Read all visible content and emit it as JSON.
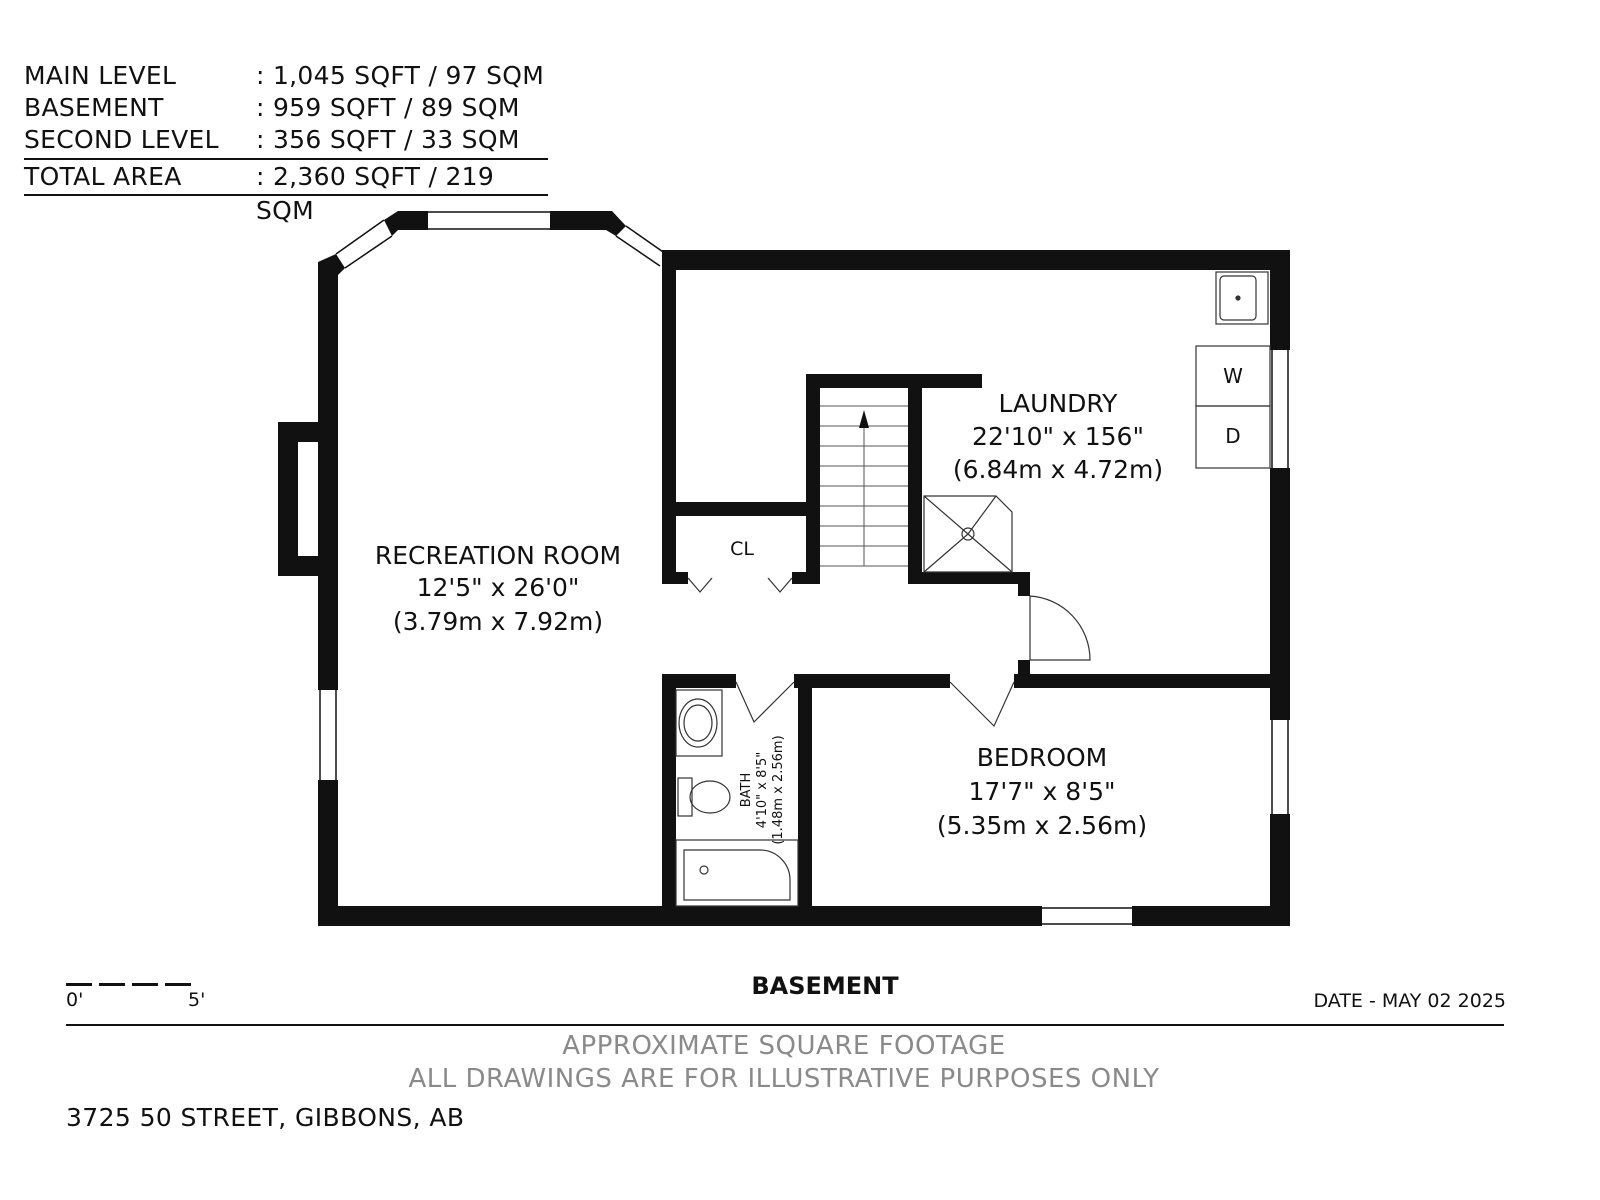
{
  "area_summary": {
    "rows": [
      {
        "label": "MAIN LEVEL",
        "value": ": 1,045 SQFT / 97 SQM"
      },
      {
        "label": "BASEMENT",
        "value": ": 959 SQFT / 89 SQM"
      },
      {
        "label": "SECOND LEVEL",
        "value": ": 356 SQFT / 33 SQM"
      }
    ],
    "total": {
      "label": "TOTAL AREA",
      "value": ": 2,360 SQFT / 219 SQM"
    }
  },
  "rooms": {
    "recreation": {
      "name": "RECREATION ROOM",
      "dim_imperial": "12'5\" x 26'0\"",
      "dim_metric": "(3.79m x 7.92m)"
    },
    "laundry": {
      "name": "LAUNDRY",
      "dim_imperial": "22'10\" x 156\"",
      "dim_metric": "(6.84m x 4.72m)"
    },
    "bedroom": {
      "name": "BEDROOM",
      "dim_imperial": "17'7\" x 8'5\"",
      "dim_metric": "(5.35m x 2.56m)"
    },
    "bath": {
      "name": "BATH",
      "dim_imperial": "4'10\" x 8'5\"",
      "dim_metric": "(1.48m x 2.56m)"
    },
    "closet": {
      "name": "CL"
    }
  },
  "appliances": {
    "washer": "W",
    "dryer": "D"
  },
  "scale_bar": {
    "start": "0'",
    "end": "5'"
  },
  "level_title": "BASEMENT",
  "date": "DATE - MAY 02 2025",
  "disclaimer": {
    "line1": "APPROXIMATE SQUARE FOOTAGE",
    "line2": "ALL DRAWINGS ARE FOR ILLUSTRATIVE PURPOSES ONLY"
  },
  "address": "3725 50 STREET, GIBBONS, AB",
  "colors": {
    "wall": "#111111",
    "muted_text": "#8a8a8a"
  }
}
